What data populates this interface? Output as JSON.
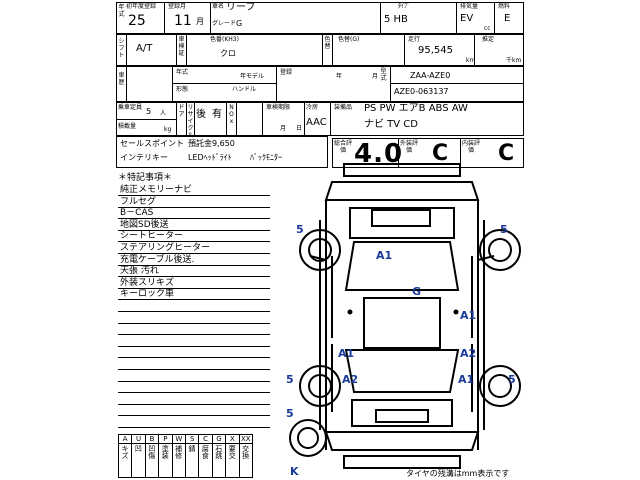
{
  "header": {
    "first_reg_label": "初年度登録",
    "first_reg_year": "25",
    "reg_label": "登録月",
    "reg_month": "11",
    "month_unit": "月",
    "model_label": "車名",
    "model_name": "リーフ",
    "grade_label": "グレード",
    "grade_value": "G",
    "shape_label": "ﾀｲﾌﾟ",
    "body_type": "5 HB",
    "displacement_label": "排気量",
    "displacement": "EV",
    "cc": "cc",
    "fuel_label": "燃料",
    "fuel": "E"
  },
  "row2": {
    "shift_label": "シフト",
    "shift": "A/T",
    "color_label": "色番(KH3)",
    "color_value": "クロ",
    "repaint_label": "色替(G)",
    "mileage_label": "走行",
    "mileage": "95,545",
    "km": "km",
    "estimated_label": "推定",
    "thousand_km": "千km"
  },
  "row3": {
    "year_label": "年式",
    "model_year_label": "年モデル",
    "steering_label": "ハンドル",
    "registration_label": "登録",
    "year_unit": "年",
    "month_unit": "月",
    "model_code": "ZAA-AZE0",
    "chassis_label": "車台",
    "chassis_no": "AZE0-063137",
    "shape_label": "形態"
  },
  "row4": {
    "seats_label": "乗車定員",
    "seats_value": "5",
    "seats_unit": "人",
    "load_label": "積載量",
    "load_unit": "kg",
    "doors_label": "ドア",
    "recycle_label": "リサイクル",
    "recycle_value": "後",
    "has_label": "有",
    "nox_label": "NOx",
    "inspection_label": "車検期限",
    "inspection_month": "月",
    "inspection_day": "日",
    "ac_label": "冷房",
    "ac_value": "AAC",
    "equipment_label": "装備品",
    "equipment_line1": "PS PW エアB ABS AW",
    "equipment_line2": "ナビ TV CD"
  },
  "sales": {
    "sales_point_label": "セールスポイント",
    "price_note": "預託金9,650",
    "point1": "インテリキー",
    "point2": "LEDﾍｯﾄﾞﾗｲﾄ",
    "point3": "ﾊﾞｯｸﾓﾆﾀｰ"
  },
  "grades": {
    "total_label": "総合評価",
    "total": "4.0",
    "exterior_label": "外装評価",
    "exterior": "C",
    "interior_label": "内装評価",
    "interior": "C"
  },
  "notes": {
    "title": "＊特記事項＊",
    "items": [
      "純正メモリーナビ",
      "フルセグ",
      "B－CAS",
      "地図SD後送",
      "シートヒーター",
      "ステアリングヒーター",
      "充電ケーブル後送.",
      "天張 汚れ",
      "外装スリキズ",
      "キーロック車"
    ]
  },
  "damage_marks": {
    "tire_fl": "5",
    "tire_fr": "5",
    "tire_rl": "5",
    "tire_rr": "5",
    "tire_spare": "5",
    "roof": "A1",
    "glass": "G",
    "right_front_door": "A1",
    "left_rear_door": "A1",
    "right_rear_door": "A2",
    "left_rear_fender": "A2",
    "right_rear_fender": "A1",
    "key": "K"
  },
  "legend": {
    "codes": [
      "A",
      "U",
      "B",
      "P",
      "W",
      "S",
      "C",
      "G",
      "X",
      "XX"
    ],
    "meanings": [
      "キズ",
      "凹",
      "凹傷",
      "塗装",
      "補修",
      "錆",
      "腐食",
      "石跳",
      "要交",
      "交換"
    ],
    "tire_note": "タイヤの残溝はmm表示です"
  }
}
